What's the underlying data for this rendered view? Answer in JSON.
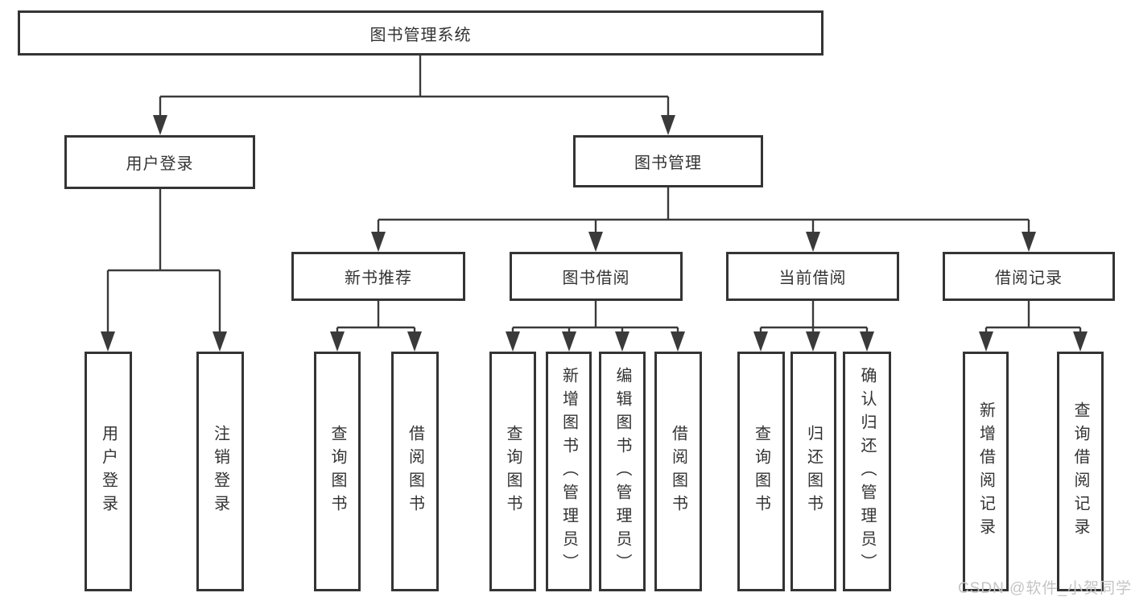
{
  "tree": {
    "label": "图书管理系统",
    "children": [
      {
        "label": "用户登录",
        "children": [
          {
            "label": "用户登录"
          },
          {
            "label": "注销登录"
          }
        ]
      },
      {
        "label": "图书管理",
        "children": [
          {
            "label": "新书推荐",
            "children": [
              {
                "label": "查询图书"
              },
              {
                "label": "借阅图书"
              }
            ]
          },
          {
            "label": "图书借阅",
            "children": [
              {
                "label": "查询图书"
              },
              {
                "label": "新增图书（管理员）"
              },
              {
                "label": "编辑图书（管理员）"
              },
              {
                "label": "借阅图书"
              }
            ]
          },
          {
            "label": "当前借阅",
            "children": [
              {
                "label": "查询图书"
              },
              {
                "label": "归还图书"
              },
              {
                "label": "确认归还（管理员）"
              }
            ]
          },
          {
            "label": "借阅记录",
            "children": [
              {
                "label": "新增借阅记录"
              },
              {
                "label": "查询借阅记录"
              }
            ]
          }
        ]
      }
    ]
  },
  "watermark": {
    "text": "CSDN @软件_小贺同学"
  },
  "colors": {
    "line": "#3a3a3a",
    "box_border": "#343434",
    "text": "#333333",
    "watermark": "#c4c4c4",
    "background": "#ffffff"
  }
}
